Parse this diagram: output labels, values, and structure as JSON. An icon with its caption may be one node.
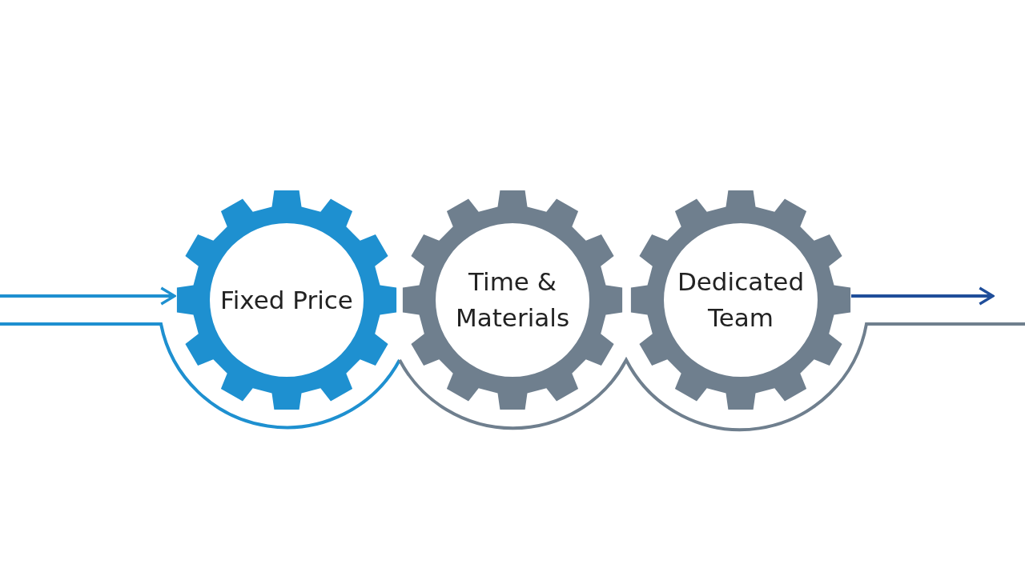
{
  "diagram": {
    "nodes": [
      {
        "text": [
          "Fixed Price"
        ]
      },
      {
        "text": [
          "Time & Materials"
        ]
      },
      {
        "text": [
          "Dedicated Team"
        ]
      }
    ],
    "edges": [
      {
        "from": null,
        "to": 0,
        "arrow": "to",
        "color": "#1e90d0"
      },
      {
        "from": 2,
        "to": null,
        "arrow": "to",
        "color": "#1f4e9a"
      }
    ]
  }
}
